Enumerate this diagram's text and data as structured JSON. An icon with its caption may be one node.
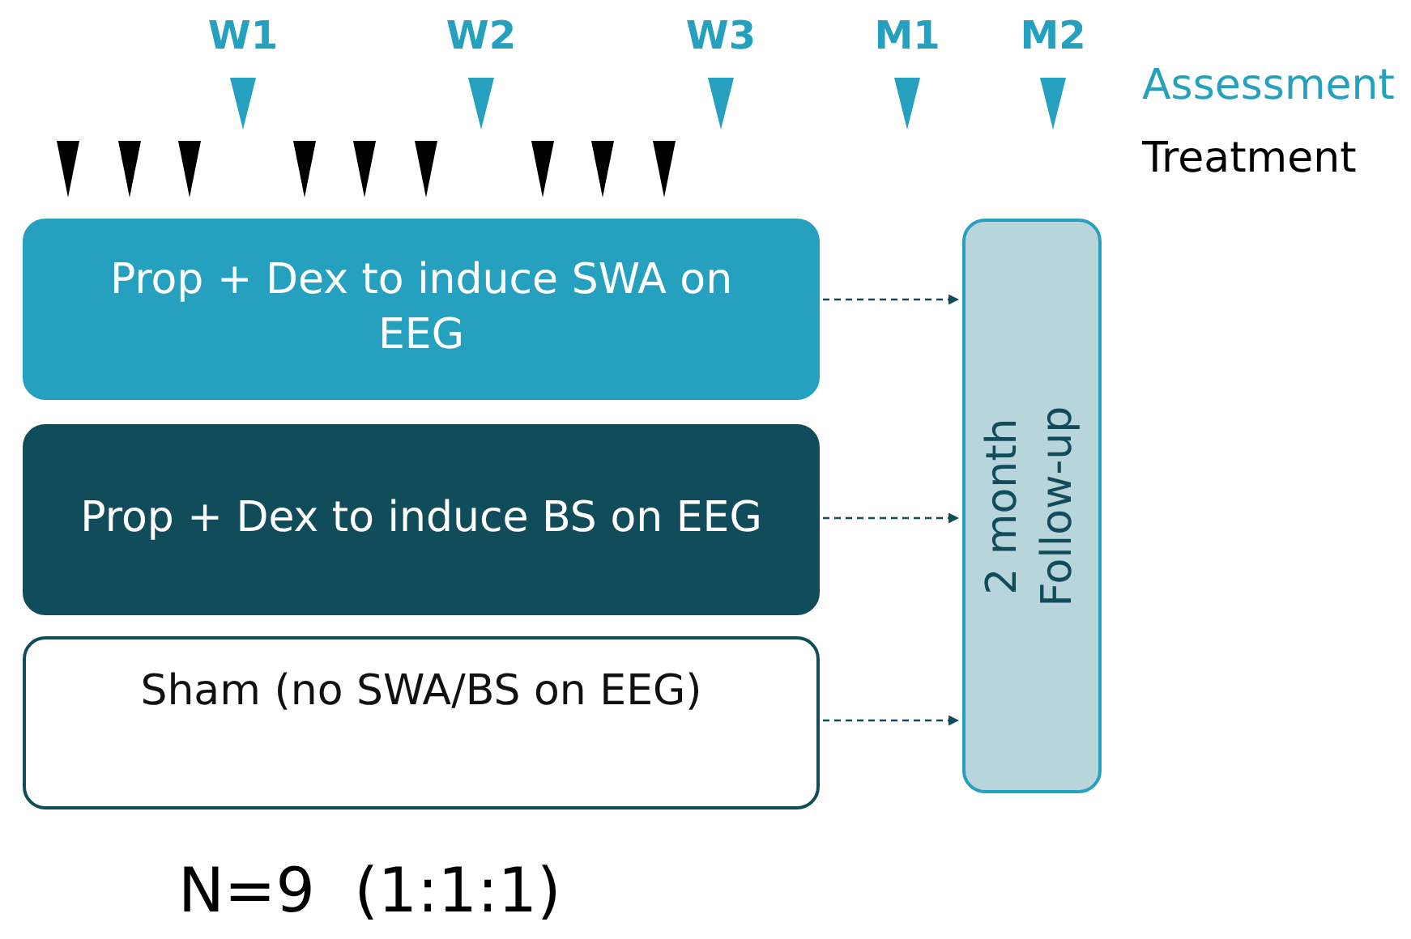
{
  "diagram": {
    "nodes": [
      {
        "text": [
          "Prop + Dex to induce SWA on EEG"
        ]
      },
      {
        "text": [
          "Prop + Dex to induce BS on EEG"
        ]
      },
      {
        "text": [
          "Sham (no SWA/BS on EEG)"
        ]
      },
      {
        "text": [
          "2 month Follow-up"
        ]
      }
    ],
    "edges": [
      {
        "from": 0,
        "to": 3,
        "arrow": "to",
        "style": "dashed"
      },
      {
        "from": 1,
        "to": 3,
        "arrow": "to",
        "style": "dashed"
      },
      {
        "from": 2,
        "to": 3,
        "arrow": "to",
        "style": "dashed"
      }
    ],
    "labels": [
      "W1",
      "W2",
      "W3",
      "M1",
      "M2",
      "N=9  (1:1:1)"
    ],
    "legend": [
      {
        "text": "Assessment",
        "color": "#26a0bf"
      },
      {
        "text": "Treatment",
        "color": "#000000"
      }
    ]
  }
}
